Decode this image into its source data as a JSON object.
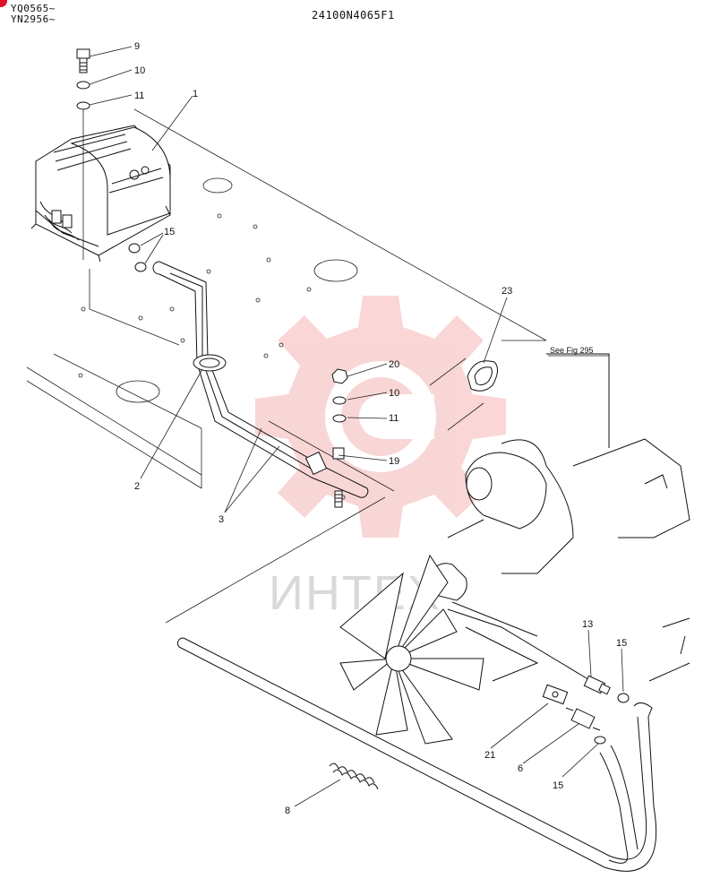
{
  "header": {
    "serials": [
      "YQ0565~",
      "YN2956~"
    ],
    "part_code": "24100N4065F1"
  },
  "reference_note": "See Fig 295",
  "watermark_text": "ИНТЕХ",
  "colors": {
    "badge": "#e0102c",
    "watermark": "#f5b5b5",
    "line": "#111111"
  },
  "callouts": {
    "c9": "9",
    "c10a": "10",
    "c11a": "11",
    "c1": "1",
    "c15a": "15",
    "c23": "23",
    "c20": "20",
    "c10b": "10",
    "c11b": "11",
    "c19": "19",
    "c2": "2",
    "c3": "3",
    "c13": "13",
    "c15b": "15",
    "c21": "21",
    "c6": "6",
    "c15c": "15",
    "c8": "8"
  }
}
